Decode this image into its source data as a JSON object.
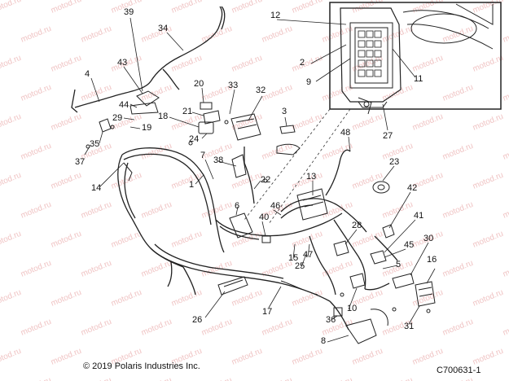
{
  "watermark": "motod.ru",
  "callouts": [
    "39",
    "34",
    "12",
    "4",
    "43",
    "2",
    "9",
    "11",
    "20",
    "33",
    "32",
    "44",
    "29",
    "19",
    "21",
    "18",
    "3",
    "24",
    "35",
    "37",
    "7",
    "38",
    "22",
    "27",
    "48",
    "23",
    "14",
    "1",
    "13",
    "42",
    "6",
    "46",
    "40",
    "41",
    "28",
    "45",
    "15",
    "47",
    "25",
    "5",
    "30",
    "16",
    "26",
    "17",
    "10",
    "36",
    "31",
    "8"
  ],
  "copyright": "© 2019 Polaris Industries Inc.",
  "figure_id": "C700631-1"
}
